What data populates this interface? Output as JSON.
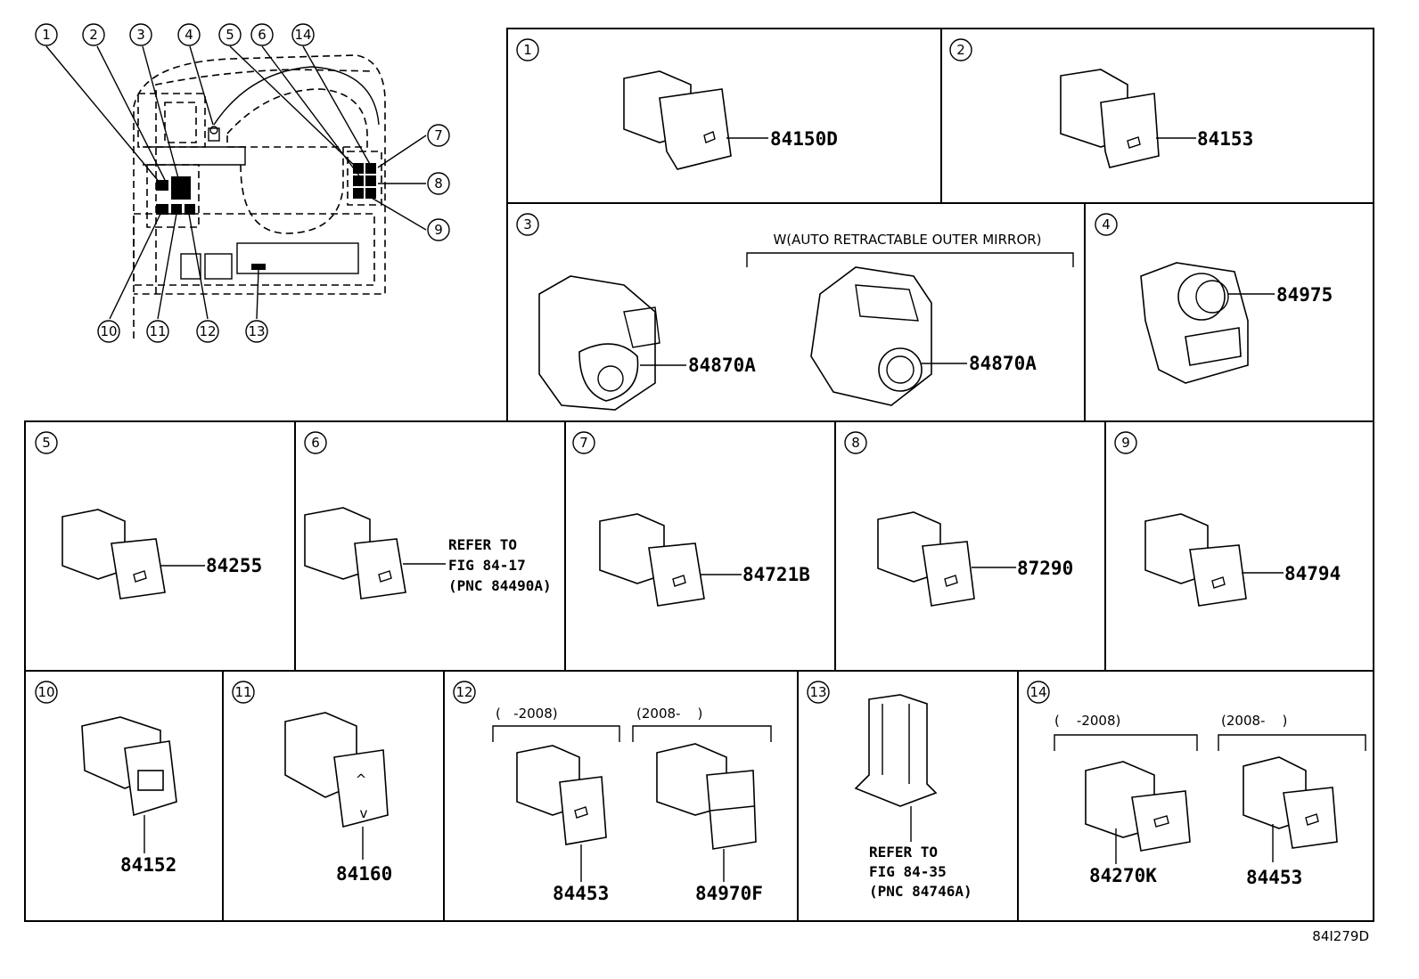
{
  "overview": {
    "callouts": [
      "1",
      "2",
      "3",
      "4",
      "5",
      "6",
      "14",
      "7",
      "8",
      "9",
      "10",
      "11",
      "12",
      "13"
    ]
  },
  "panels": {
    "p1": {
      "num": "1",
      "part": "84150D"
    },
    "p2": {
      "num": "2",
      "part": "84153"
    },
    "p3": {
      "num": "3",
      "part_a": "84870A",
      "part_b": "84870A",
      "condition": "W(AUTO RETRACTABLE OUTER MIRROR)"
    },
    "p4": {
      "num": "4",
      "part": "84975"
    },
    "p5": {
      "num": "5",
      "part": "84255"
    },
    "p6": {
      "num": "6",
      "refer1": "REFER TO",
      "refer2": "FIG 84-17",
      "refer3": "(PNC 84490A)"
    },
    "p7": {
      "num": "7",
      "part": "84721B"
    },
    "p8": {
      "num": "8",
      "part": "87290"
    },
    "p9": {
      "num": "9",
      "part": "84794"
    },
    "p10": {
      "num": "10",
      "part": "84152"
    },
    "p11": {
      "num": "11",
      "part": "84160"
    },
    "p12": {
      "num": "12",
      "range_a": "(   -2008)",
      "range_b": "(2008-    )",
      "part_a": "84453",
      "part_b": "84970F"
    },
    "p13": {
      "num": "13",
      "refer1": "REFER TO",
      "refer2": "FIG 84-35",
      "refer3": "(PNC 84746A)"
    },
    "p14": {
      "num": "14",
      "range_a": "(    -2008)",
      "range_b": "(2008-    )",
      "part_a": "84270K",
      "part_b": "84453"
    }
  },
  "figure_id": "84I279D"
}
